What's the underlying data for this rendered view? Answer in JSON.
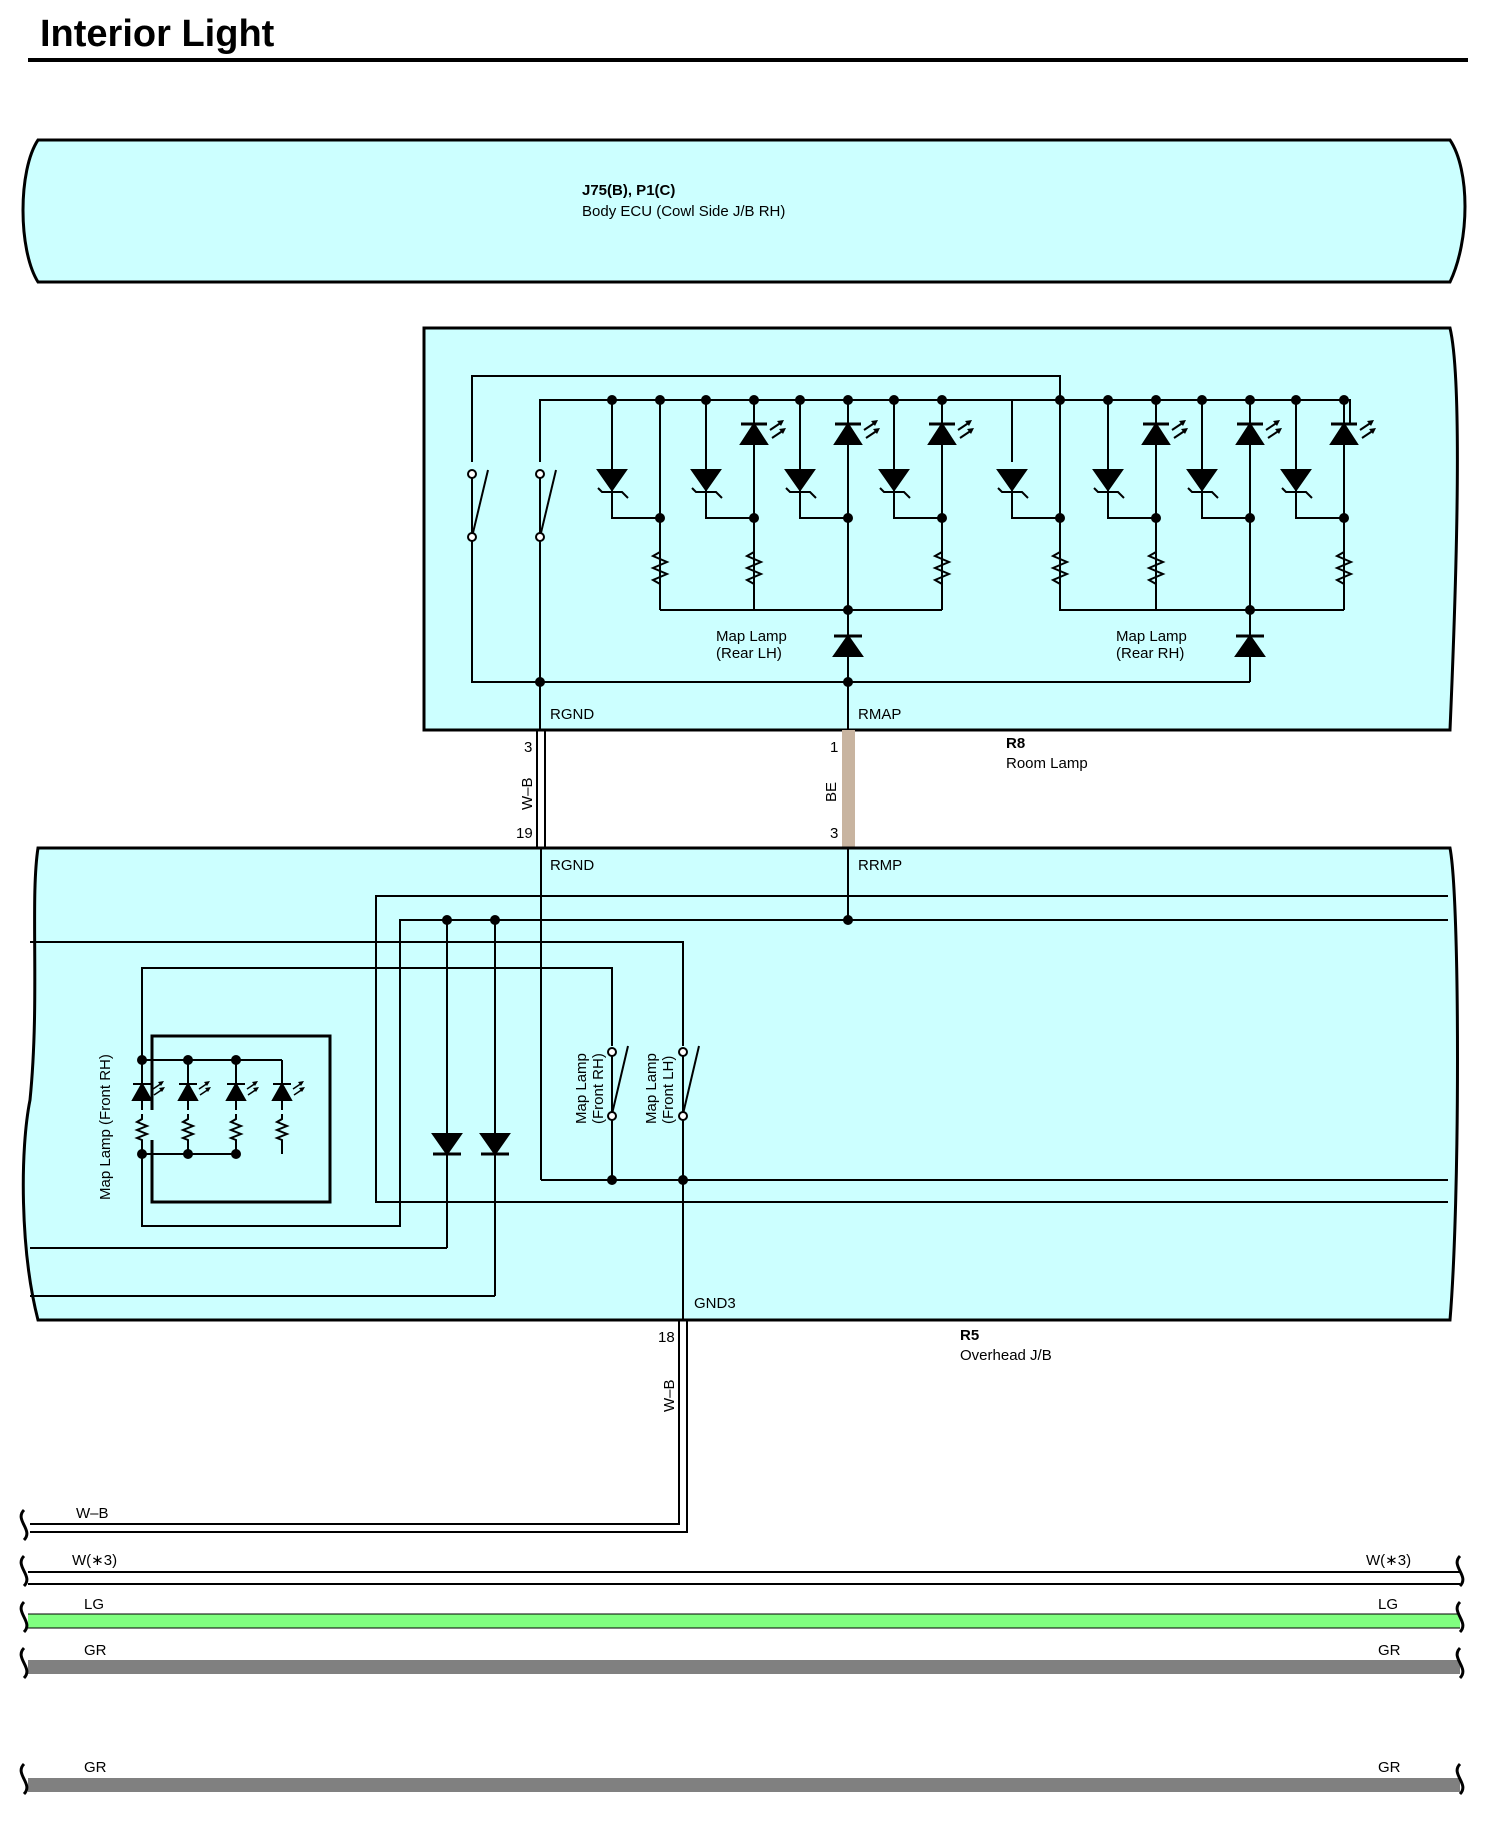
{
  "title": "Interior Light",
  "components": {
    "body_ecu": {
      "connector": "J75(B), P1(C)",
      "name": "Body ECU (Cowl Side J/B RH)"
    },
    "room_lamp": {
      "id": "R8",
      "name": "Room Lamp",
      "pin_rgnd": "RGND",
      "pin_rmap": "RMAP",
      "map_lamp_rear_lh": [
        "Map Lamp",
        "(Rear LH)"
      ],
      "map_lamp_rear_rh": [
        "Map Lamp",
        "(Rear RH)"
      ]
    },
    "overhead_jb": {
      "id": "R5",
      "name": "Overhead J/B",
      "pin_rgnd": "RGND",
      "pin_rrmp": "RRMP",
      "pin_gnd3": "GND3",
      "map_lamp_front_rh": "Map Lamp (Front RH)",
      "switch_front_rh": [
        "Map Lamp",
        "(Front RH)"
      ],
      "switch_front_lh": [
        "Map Lamp",
        "(Front LH)"
      ]
    }
  },
  "wires": {
    "rgnd": {
      "color_code": "W–B",
      "pin_top": "3",
      "pin_bottom": "19"
    },
    "rmap": {
      "color_code": "BE",
      "color": "#c8b4a0",
      "pin_top": "1",
      "pin_bottom": "3"
    },
    "gnd3": {
      "color_code": "W–B",
      "pin": "18"
    }
  },
  "bus_lines": [
    {
      "left": "W–B",
      "right": "",
      "color": "#ffffff"
    },
    {
      "left": "W(∗3)",
      "right": "W(∗3)",
      "color": "#ffffff"
    },
    {
      "left": "LG",
      "right": "LG",
      "color": "#80ff80"
    },
    {
      "left": "GR",
      "right": "GR",
      "color": "#808080"
    },
    {
      "left": "GR",
      "right": "GR",
      "color": "#808080"
    }
  ]
}
